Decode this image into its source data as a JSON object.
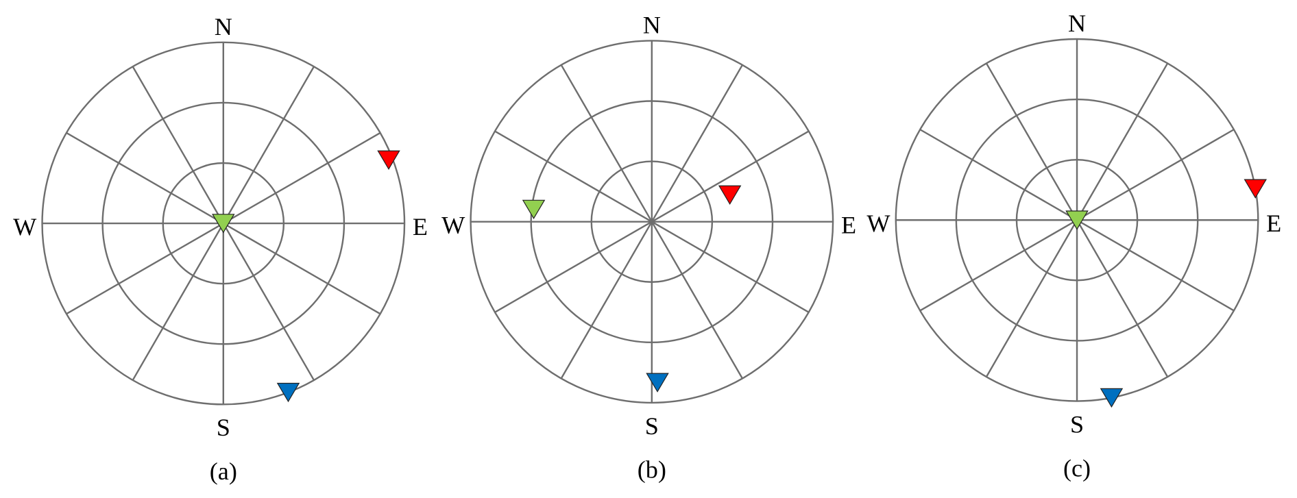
{
  "colors": {
    "grid": "#6e6e6e",
    "red": "#ff0000",
    "blue": "#0070c0",
    "green": "#92d050"
  },
  "chart_data": [
    {
      "type": "polar-scatter",
      "panel_label": "(a)",
      "directions": {
        "n": "N",
        "e": "E",
        "s": "S",
        "w": "W"
      },
      "rings_elevation_deg": [
        0,
        30,
        60
      ],
      "spoke_step_deg": 30,
      "markers": [
        {
          "color": "red",
          "azimuth_deg": 69,
          "elevation_deg": 2
        },
        {
          "color": "blue",
          "azimuth_deg": 159,
          "elevation_deg": 0
        },
        {
          "color": "green",
          "azimuth_deg": 0,
          "elevation_deg": 90
        }
      ]
    },
    {
      "type": "polar-scatter",
      "panel_label": "(b)",
      "directions": {
        "n": "N",
        "e": "E",
        "s": "S",
        "w": "W"
      },
      "rings_elevation_deg": [
        0,
        30,
        60
      ],
      "spoke_step_deg": 30,
      "markers": [
        {
          "color": "red",
          "azimuth_deg": 71,
          "elevation_deg": 49
        },
        {
          "color": "green",
          "azimuth_deg": 276,
          "elevation_deg": 31
        },
        {
          "color": "blue",
          "azimuth_deg": 178,
          "elevation_deg": 10
        }
      ]
    },
    {
      "type": "polar-scatter",
      "panel_label": "(c)",
      "directions": {
        "n": "N",
        "e": "E",
        "s": "S",
        "w": "W"
      },
      "rings_elevation_deg": [
        0,
        30,
        60
      ],
      "spoke_step_deg": 30,
      "markers": [
        {
          "color": "red",
          "azimuth_deg": 80,
          "elevation_deg": 0
        },
        {
          "color": "blue",
          "azimuth_deg": 169,
          "elevation_deg": 0
        },
        {
          "color": "green",
          "azimuth_deg": 0,
          "elevation_deg": 90
        }
      ]
    }
  ]
}
